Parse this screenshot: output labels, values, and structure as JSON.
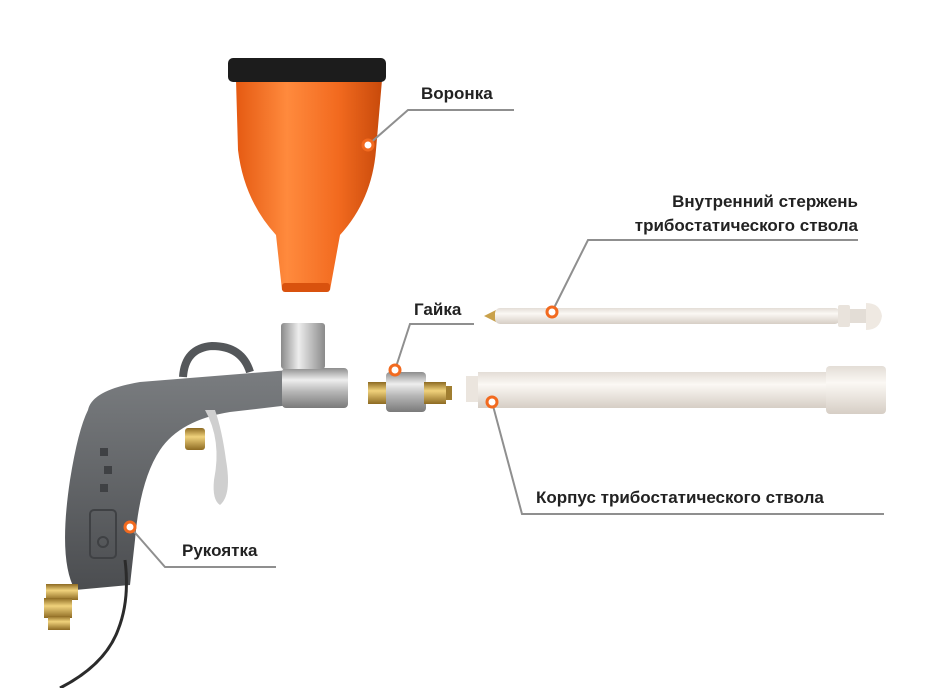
{
  "labels": {
    "funnel": "Воронка",
    "inner_rod_line1": "Внутренний стержень",
    "inner_rod_line2": "трибостатического ствола",
    "nut": "Гайка",
    "barrel_body": "Корпус трибостатического ствола",
    "handle": "Рукоятка"
  },
  "colors": {
    "funnel": "#f26a1f",
    "funnel_shadow": "#d9520e",
    "funnel_rim": "#1c1c1c",
    "gun_body": "#5d6063",
    "metal": "#b9b9b9",
    "brass": "#c9a14a",
    "tube": "#f1ece6",
    "leader_line": "#8f8f8f",
    "marker": "#f26a1f"
  }
}
